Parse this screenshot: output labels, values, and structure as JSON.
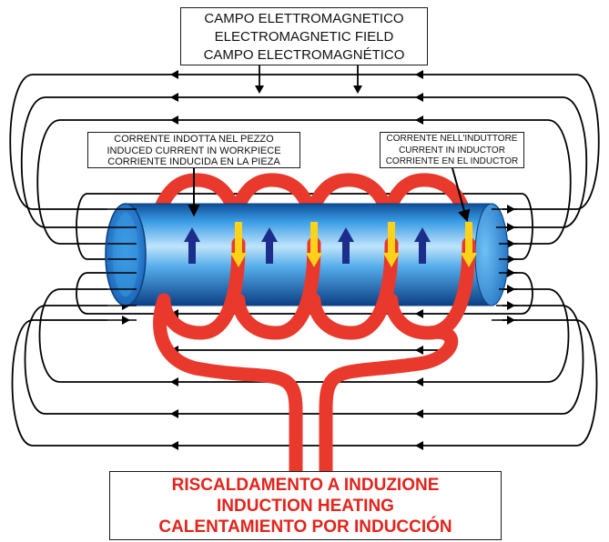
{
  "field_label": {
    "it": "CAMPO ELETTROMAGNETICO",
    "en": "ELECTROMAGNETIC FIELD",
    "es": "CAMPO ELECTROMAGNÉTICO"
  },
  "induced_label": {
    "it": "CORRENTE INDOTTA NEL PEZZO",
    "en": "INDUCED CURRENT IN WORKPIECE",
    "es": "CORRIENTE INDUCIDA EN LA PIEZA"
  },
  "inductor_label": {
    "it": "CORRENTE NELL'INDUTTORE",
    "en": "CURRENT IN INDUCTOR",
    "es": "CORRIENTE EN EL INDUCTOR"
  },
  "title": {
    "it": "RISCALDAMENTO A INDUZIONE",
    "en": "INDUCTION HEATING",
    "es": "CALENTAMIENTO POR INDUCCIÓN"
  },
  "colors": {
    "coil": "#e8392c",
    "workpiece": "#2f8fd6",
    "induced_arrow": "#1c2d8c",
    "inductor_arrow": "#ffd21a",
    "field_lines": "#000000",
    "title": "#e3241b"
  }
}
